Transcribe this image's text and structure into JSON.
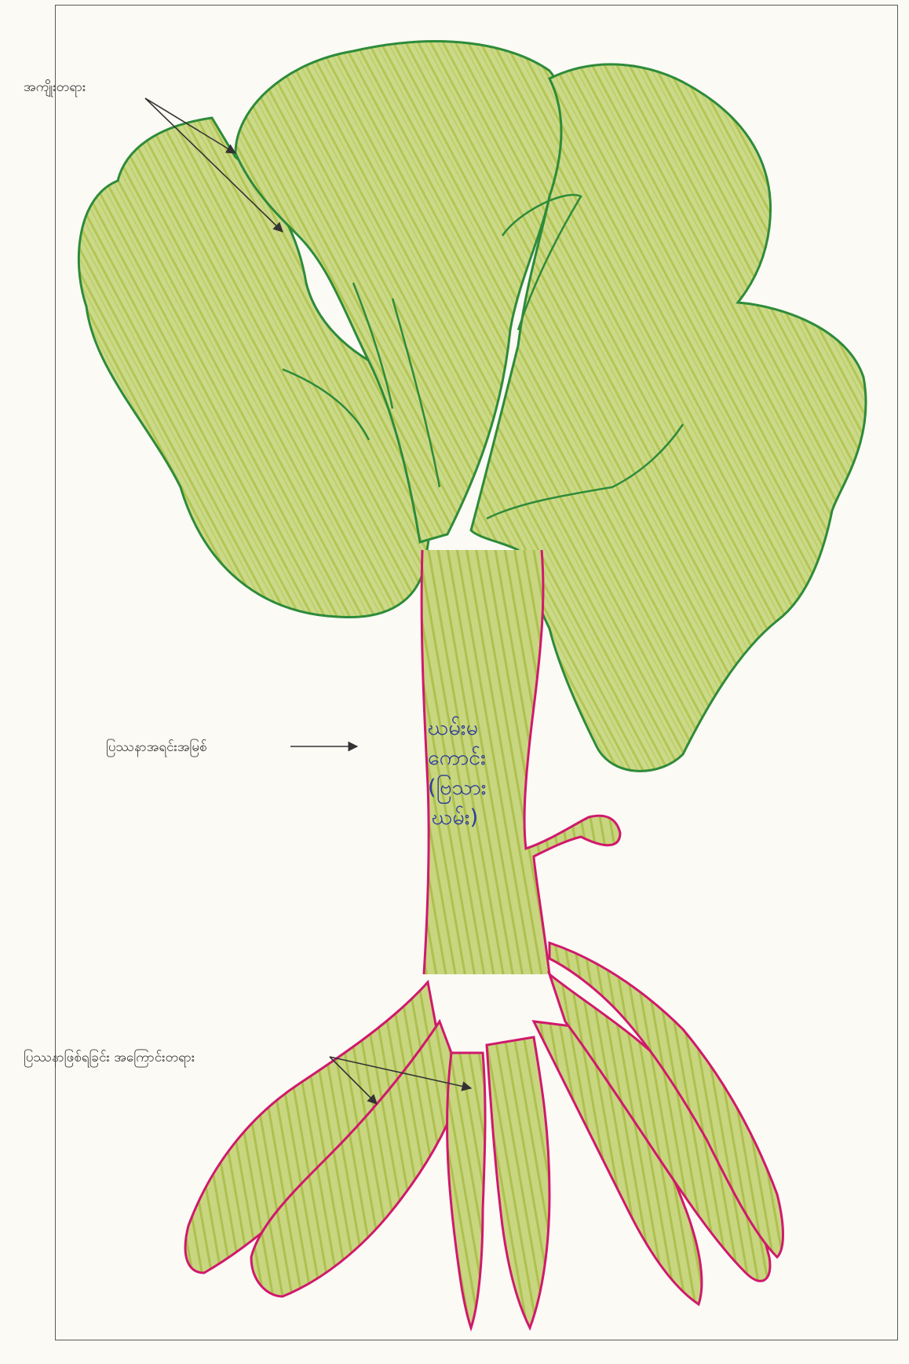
{
  "labels": {
    "fruits": "အကျိုးတရား",
    "core": "ပြဿနာအရင်းအမြစ်",
    "causes": "ပြဿနာဖြစ်ရခြင်း အကြောင်းတရား"
  },
  "handwritten": {
    "trunk_line1": "ဃမ်းမ",
    "trunk_line2": "ကောင်း",
    "trunk_line3": "(ဗြသား",
    "trunk_line4": "ဃမ်း)"
  },
  "colors": {
    "crown_outline": "#2e8b3a",
    "crown_fill": "#c3d27a",
    "trunk_outline": "#d0196c",
    "ink": "#2b3a9e",
    "crayon": "#a9bd3c"
  }
}
